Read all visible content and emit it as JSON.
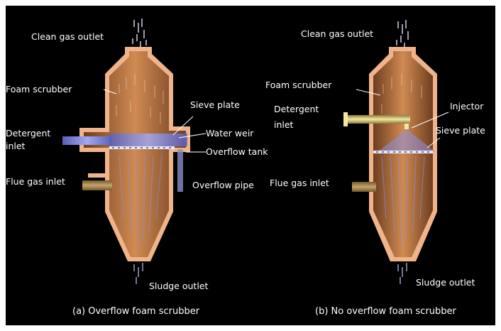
{
  "colors": {
    "background": "#000000",
    "frame": "#ffffff",
    "vessel_body": "#c27a45",
    "vessel_wall": "#f2b58a",
    "foam": "#7b7fd6",
    "text": "#ffffff"
  },
  "left": {
    "labels": {
      "clean_gas_outlet": "Clean gas outlet",
      "foam_scrubber": "Foam scrubber",
      "sieve_plate": "Sieve plate",
      "detergent_inlet_line1": "Detergent",
      "detergent_inlet_line2": "inlet",
      "water_weir": "Water weir",
      "overflow_tank": "Overflow tank",
      "flue_gas_inlet": "Flue gas inlet",
      "overflow_pipe": "Overflow pipe",
      "sludge_outlet": "Sludge outlet"
    },
    "caption": "(a) Overflow foam scrubber"
  },
  "right": {
    "labels": {
      "clean_gas_outlet": "Clean gas outlet",
      "foam_scrubber": "Foam scrubber",
      "detergent_inlet_line1": "Detergent",
      "detergent_inlet_line2": "inlet",
      "injector": "Injector",
      "sieve_plate": "Sieve plate",
      "flue_gas_inlet": "Flue gas inlet",
      "sludge_outlet": "Sludge outlet"
    },
    "caption": "(b) No overflow foam scrubber"
  }
}
